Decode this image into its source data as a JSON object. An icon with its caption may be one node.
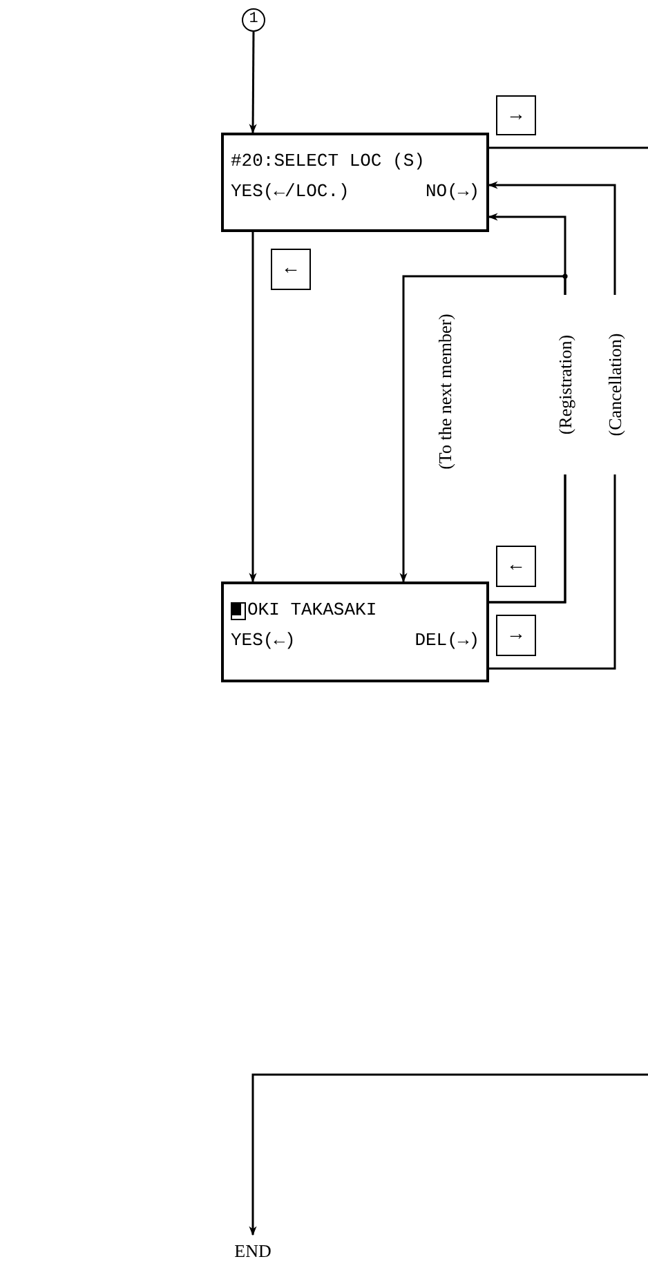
{
  "diagram": {
    "nodes": [
      {
        "text": [
          "1"
        ]
      },
      {
        "text": [
          "#20:SELECT LOC (S)",
          "YES(←/LOC.)",
          "NO(→)"
        ]
      },
      {
        "text": [
          "→"
        ]
      },
      {
        "text": [
          "←"
        ]
      },
      {
        "text": [
          "OKI TAKASAKI",
          "YES(←)",
          "DEL(→)"
        ]
      },
      {
        "text": [
          "←"
        ]
      },
      {
        "text": [
          "→"
        ]
      },
      {
        "text": [
          "END"
        ]
      }
    ],
    "edges": [
      {
        "from": 0,
        "to": 1,
        "arrow": "to"
      },
      {
        "from": 1,
        "to": null,
        "arrow": "none"
      },
      {
        "from": 1,
        "to": 4,
        "arrow": "to"
      },
      {
        "from": 4,
        "to": 4,
        "arrow": "to",
        "label": "(To the next member)"
      },
      {
        "from": 4,
        "to": 1,
        "arrow": "to",
        "label": "(Registration)"
      },
      {
        "from": 4,
        "to": 1,
        "arrow": "to",
        "label": "(Cancellation)"
      },
      {
        "from": null,
        "to": 7,
        "arrow": "to"
      }
    ]
  }
}
